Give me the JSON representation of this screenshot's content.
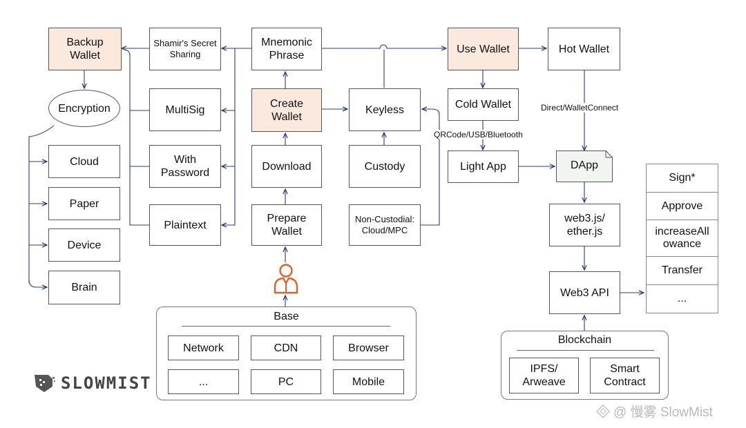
{
  "nodes": {
    "backup_wallet": "Backup\nWallet",
    "shamir": "Shamir's Secret\nSharing",
    "mnemonic": "Mnemonic\nPhrase",
    "use_wallet": "Use Wallet",
    "hot_wallet": "Hot Wallet",
    "encryption": "Encryption",
    "multisig": "MultiSig",
    "create_wallet": "Create\nWallet",
    "keyless": "Keyless",
    "cold_wallet": "Cold Wallet",
    "cloud": "Cloud",
    "with_password": "With\nPassword",
    "download": "Download",
    "custody": "Custody",
    "light_app": "Light App",
    "dapp": "DApp",
    "paper": "Paper",
    "plaintext": "Plaintext",
    "prepare_wallet": "Prepare\nWallet",
    "non_custodial": "Non-Custodial:\nCloud/MPC",
    "web3js": "web3.js/\nether.js",
    "device": "Device",
    "brain": "Brain",
    "web3_api": "Web3 API"
  },
  "edge_labels": {
    "direct_walletconnect": "Direct/WalletConnect",
    "qrcode_usb_bluetooth": "QRCode/USB/Bluetooth"
  },
  "base_group": {
    "title": "Base",
    "items": [
      "Network",
      "CDN",
      "Browser",
      "...",
      "PC",
      "Mobile"
    ]
  },
  "blockchain_group": {
    "title": "Blockchain",
    "items": [
      "IPFS/\nArweave",
      "Smart\nContract"
    ]
  },
  "api_methods": [
    "Sign*",
    "Approve",
    "increaseAll\nowance",
    "Transfer",
    "..."
  ],
  "logo": {
    "text": "SLOWMIST",
    "icon": "slowmist-shield-icon"
  },
  "watermark": {
    "text": "@ 慢雾 SlowMist",
    "icon": "watermark-diamond-icon"
  },
  "colors": {
    "highlight_fill": "#fbe9dd",
    "arrow": "#2b3a7a",
    "person_icon": "#e0622a"
  }
}
